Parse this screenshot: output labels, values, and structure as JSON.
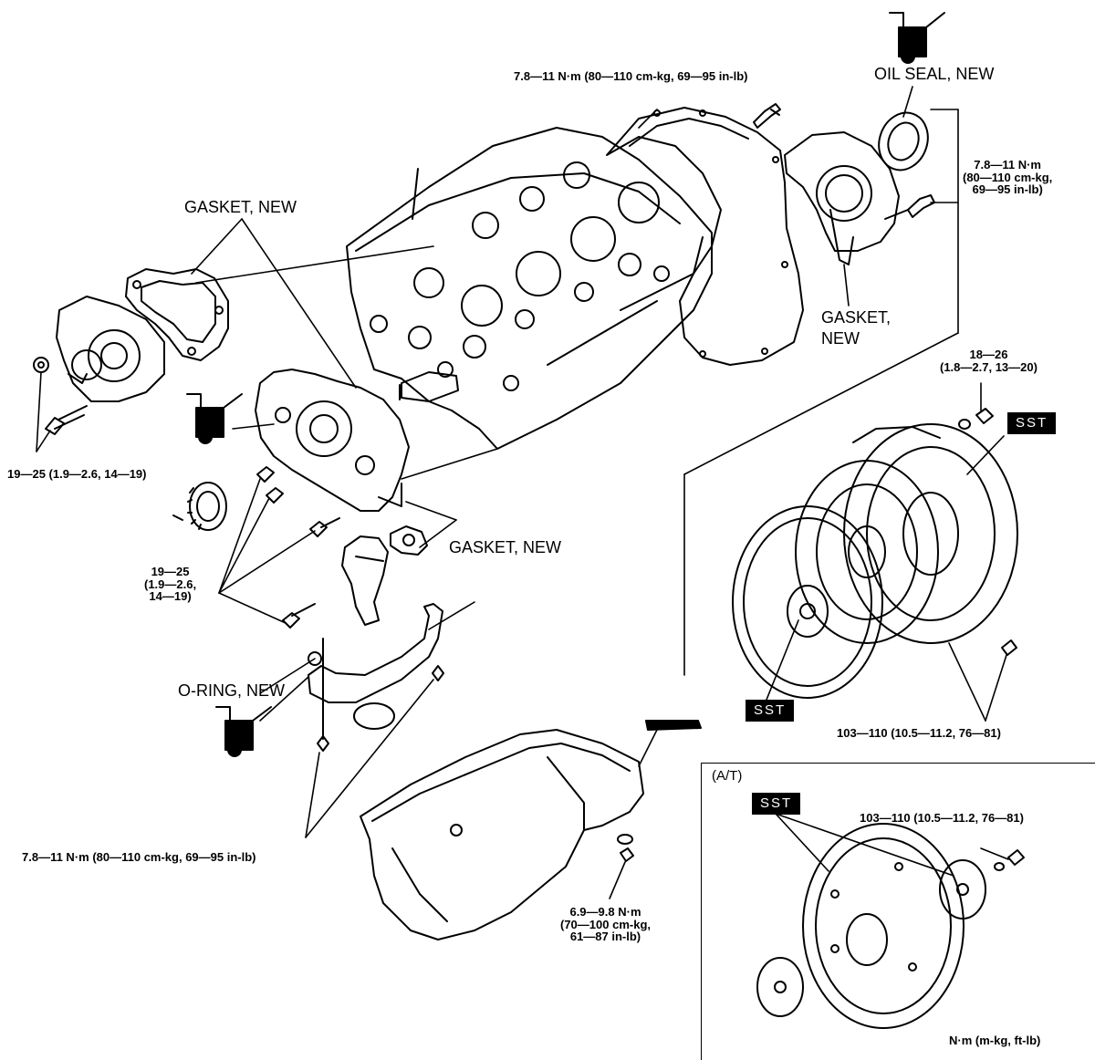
{
  "labels": {
    "torque_top": "7.8—11 N·m (80—110 cm-kg, 69—95 in-lb)",
    "oil_seal": "OIL SEAL, NEW",
    "torque_right": "7.8—11 N·m\n(80—110 cm-kg,\n69—95 in-lb)",
    "gasket_topleft": "GASKET, NEW",
    "gasket_right": "GASKET,\nNEW",
    "torque_18_26": "18—26\n(1.8—2.7, 13—20)",
    "torque_19_25_a": "19—25 (1.9—2.6, 14—19)",
    "torque_19_25_b": "19—25\n(1.9—2.6,\n14—19)",
    "gasket_mid": "GASKET, NEW",
    "oring": "O-RING, NEW",
    "torque_103_a": "103—110 (10.5—11.2, 76—81)",
    "torque_bottom_left": "7.8—11 N·m (80—110 cm-kg, 69—95 in-lb)",
    "torque_pan": "6.9—9.8 N·m\n(70—100 cm-kg,\n61—87 in-lb)",
    "at": "(A/T)",
    "torque_103_b": "103—110 (10.5—11.2, 76—81)",
    "units": "N·m (m-kg, ft-lb)",
    "sst": "SST"
  }
}
